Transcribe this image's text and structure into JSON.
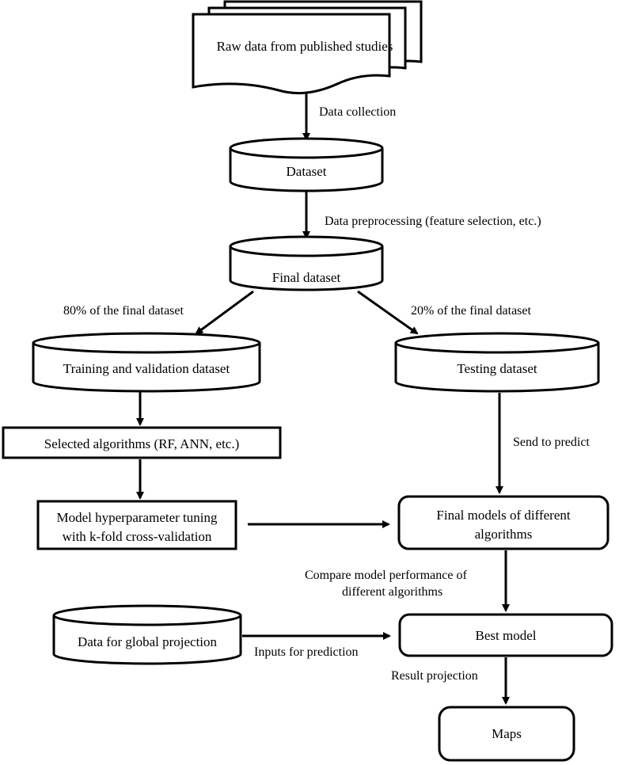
{
  "nodes": {
    "raw_data": "Raw data from published studies",
    "dataset": "Dataset",
    "final_dataset": "Final dataset",
    "training_dataset": "Training and validation dataset",
    "testing_dataset": "Testing dataset",
    "selected_algorithms": "Selected algorithms (RF, ANN, etc.)",
    "tuning_line1": "Model hyperparameter tuning",
    "tuning_line2": "with k-fold cross-validation",
    "final_models_line1": "Final models of different",
    "final_models_line2": "algorithms",
    "global_projection": "Data for global projection",
    "best_model": "Best model",
    "maps": "Maps"
  },
  "edges": {
    "data_collection": "Data collection",
    "preprocessing": "Data preprocessing (feature selection, etc.)",
    "split_80": "80% of the final dataset",
    "split_20": "20% of the final dataset",
    "send_to_predict": "Send to predict",
    "compare_line1": "Compare model performance of",
    "compare_line2": "different algorithms",
    "inputs_for_prediction": "Inputs for prediction",
    "result_projection": "Result projection"
  }
}
